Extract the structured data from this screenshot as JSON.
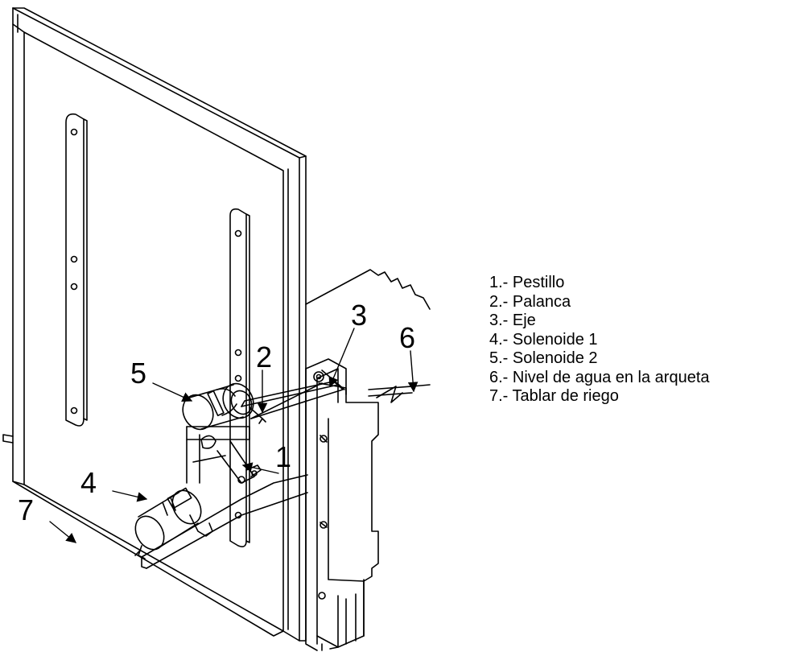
{
  "callouts": [
    "1",
    "2",
    "3",
    "4",
    "5",
    "6",
    "7"
  ],
  "legend": [
    "1.- Pestillo",
    "2.- Palanca",
    "3.- Eje",
    "4.- Solenoide 1",
    "5.- Solenoide 2",
    "6.- Nivel de agua en la arqueta",
    "7.- Tablar de riego"
  ]
}
